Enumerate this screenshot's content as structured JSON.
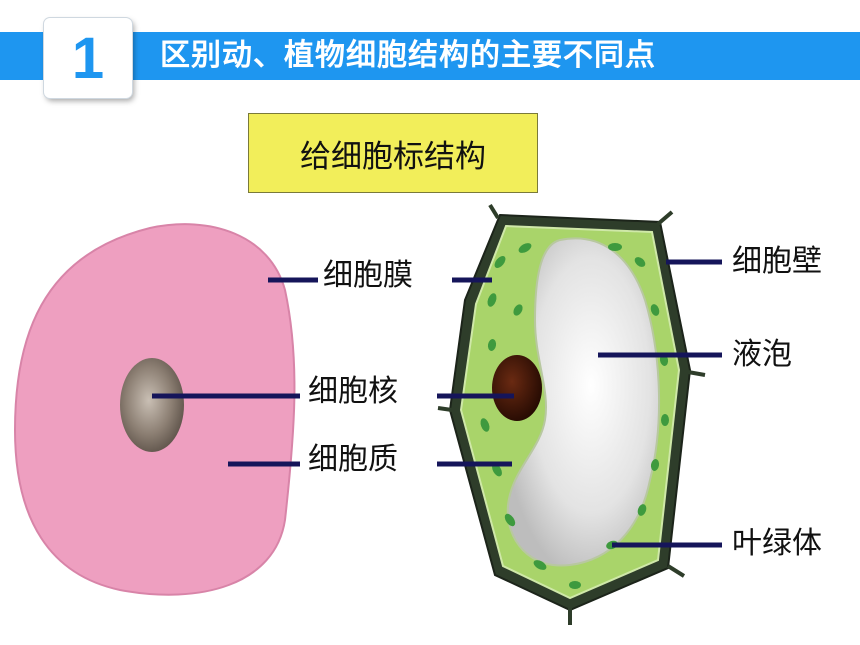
{
  "header": {
    "number": "1",
    "title": "区别动、植物细胞结构的主要不同点"
  },
  "task": "给细胞标结构",
  "labels": {
    "membrane": "细胞膜",
    "nucleus": "细胞核",
    "cytoplasm": "细胞质",
    "cell_wall": "细胞壁",
    "vacuole": "液泡",
    "chloroplast": "叶绿体"
  },
  "colors": {
    "header_blue": "#1e96f0",
    "task_yellow": "#f2ee5a",
    "animal_cell": "#ee9fc0",
    "plant_cytoplasm": "#a9d46a",
    "chloroplast": "#3e9a3e",
    "leader_line": "#15155a"
  }
}
